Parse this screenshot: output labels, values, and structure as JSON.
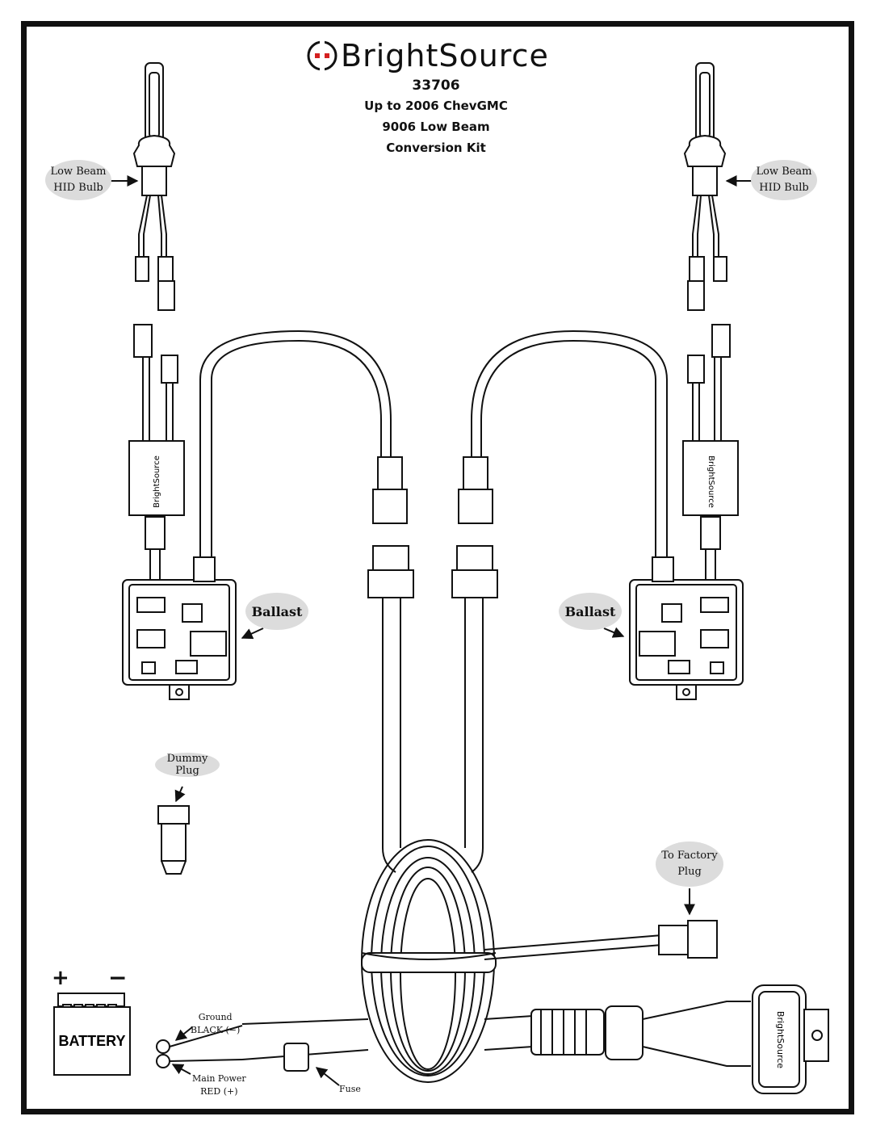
{
  "brand": {
    "name": "BrightSource",
    "color": "#111111",
    "accent": "#d42020"
  },
  "header": {
    "part_number": "33706",
    "line1": "Up to 2006 ChevGMC",
    "line2": "9006 Low Beam",
    "line3": "Conversion Kit"
  },
  "labels": {
    "bulb_left_1": "Low Beam",
    "bulb_left_2": "HID Bulb",
    "bulb_right_1": "Low Beam",
    "bulb_right_2": "HID Bulb",
    "ballast_left": "Ballast",
    "ballast_right": "Ballast",
    "ballast_module_brand": "BrightSource",
    "dummy_plug": "Dummy Plug",
    "factory_plug_1": "To Factory",
    "factory_plug_2": "Plug",
    "battery": "BATTERY",
    "battery_plus": "+",
    "battery_minus": "−",
    "ground_1": "Ground",
    "ground_2": "BLACK (−)",
    "power_1": "Main Power",
    "power_2": "RED (+)",
    "fuse": "Fuse",
    "relay_brand": "BrightSource"
  },
  "colors": {
    "line": "#111111",
    "bubble": "#dcdcdc",
    "frame": "#111111"
  }
}
